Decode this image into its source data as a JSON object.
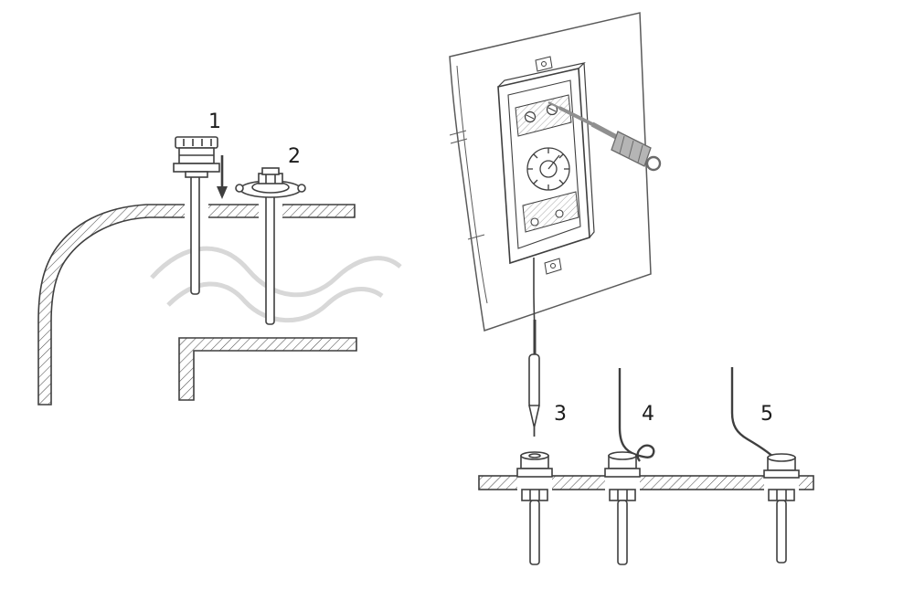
{
  "diagram": {
    "labels": {
      "step1": "1",
      "step2": "2",
      "step3": "3",
      "step4": "4",
      "step5": "5"
    },
    "colors": {
      "background": "#ffffff",
      "line": "#3f3f3f",
      "panel_line": "#5a5a5a",
      "watermark": "#d8d8d8",
      "metal": "#8f8f8f",
      "label_text": "#1c1c1c"
    }
  }
}
